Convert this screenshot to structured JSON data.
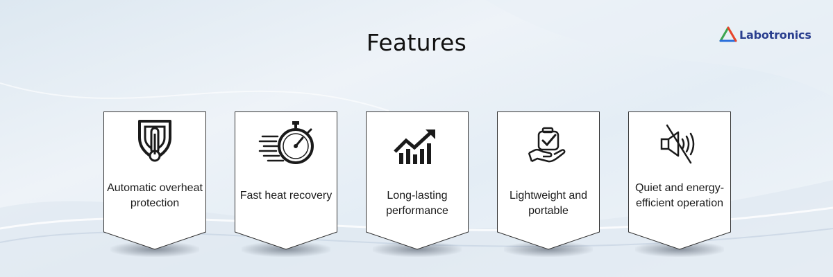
{
  "header": {
    "title": "Features"
  },
  "brand": {
    "name": "Labotronics",
    "logo_icon": "triangle-logo-icon",
    "color": "#2a3f8f"
  },
  "features": [
    {
      "label": "Automatic overheat protection",
      "icon": "thermometer-shield-icon"
    },
    {
      "label": "Fast heat recovery",
      "icon": "stopwatch-speed-icon"
    },
    {
      "label": "Long-lasting performance",
      "icon": "growth-chart-icon"
    },
    {
      "label": "Lightweight and portable",
      "icon": "hand-holding-bag-icon"
    },
    {
      "label": "Quiet and energy-efficient operation",
      "icon": "mute-speaker-icon"
    }
  ],
  "colors": {
    "card_fill": "#ffffff",
    "card_border": "#333333",
    "icon": "#1a1a1a",
    "text": "#1a1a1a"
  }
}
